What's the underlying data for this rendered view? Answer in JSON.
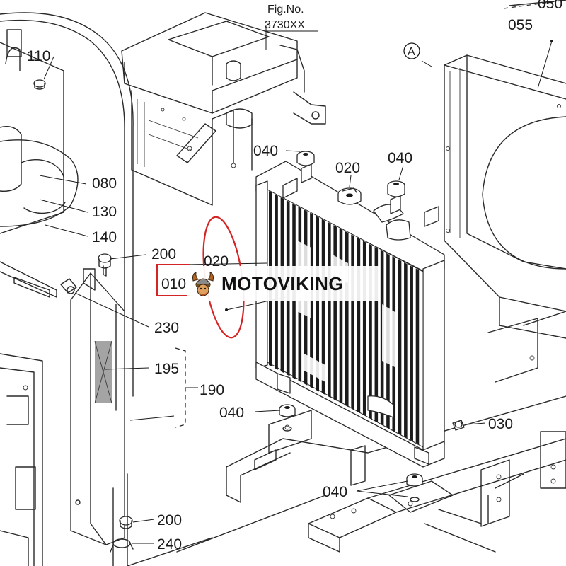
{
  "figure": {
    "fig_label_prefix": "Fig.No.",
    "fig_number": "3730XX"
  },
  "callout_marker": "A",
  "parts": {
    "p110": "110",
    "p080": "080",
    "p130": "130",
    "p140": "140",
    "p200a": "200",
    "p020_left": "020",
    "p010_left": "010",
    "p230": "230",
    "p195": "195",
    "p190": "190",
    "p200b": "200",
    "p240": "240",
    "p040_top_left": "040",
    "p020_cap": "020",
    "p040_top_right": "040",
    "p040_bottom_left": "040",
    "p030": "030",
    "p040_bottom": "040",
    "p055": "055",
    "p050": "050"
  },
  "watermark": {
    "brand": "MOTOVIKING",
    "logo_icon": "viking-helmet-icon"
  },
  "colors": {
    "highlight_oval": "#d42424",
    "highlight_box": "#d42424",
    "line": "#2a2a2a"
  }
}
